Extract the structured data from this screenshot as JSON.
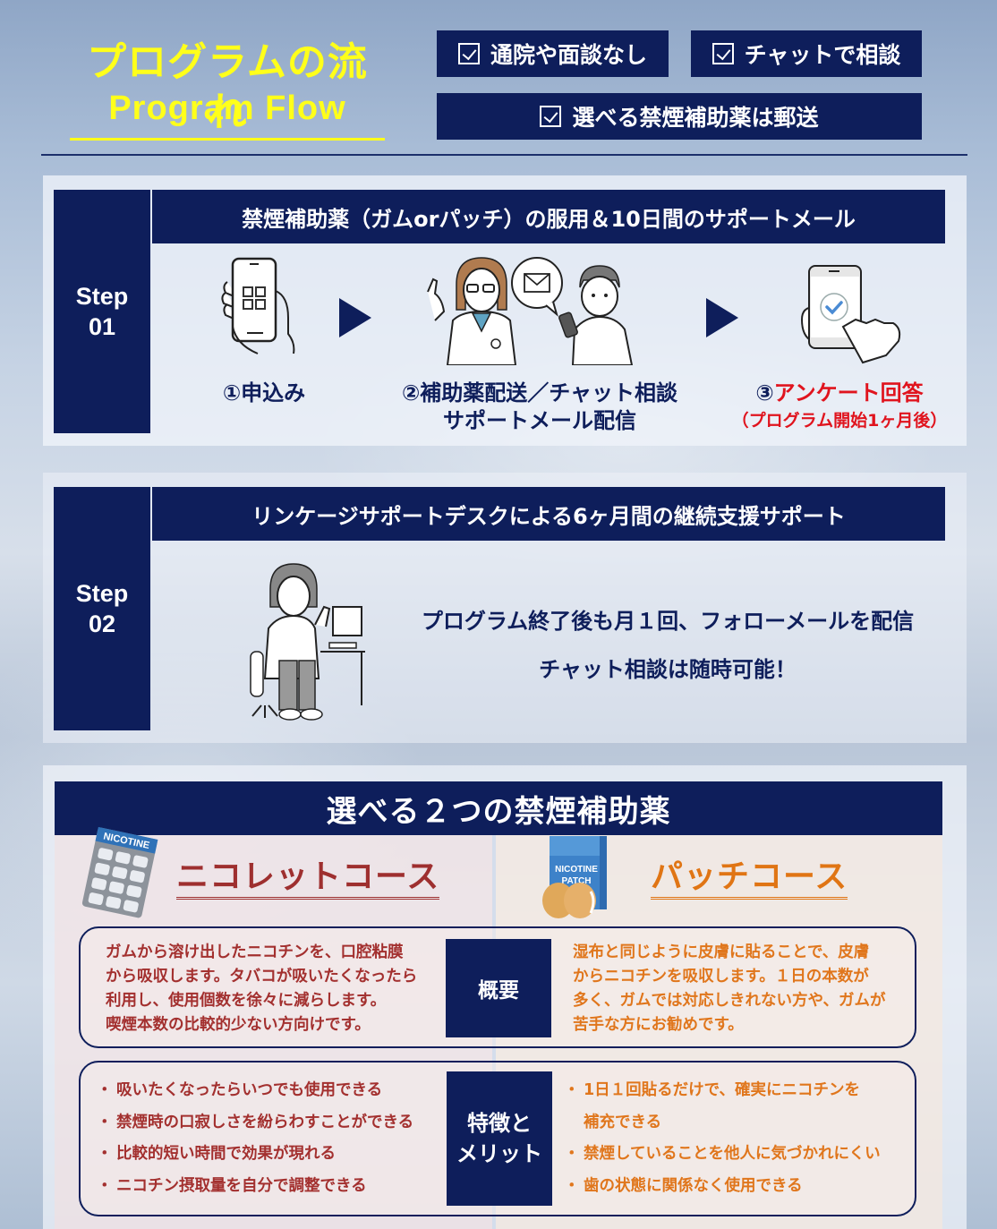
{
  "header": {
    "title_jp": "プログラムの流れ",
    "title_en": "Program Flow",
    "tags": [
      {
        "label": "通院や面談なし",
        "icon": "checkbox-checked-icon"
      },
      {
        "label": "チャットで相談",
        "icon": "checkbox-checked-icon"
      },
      {
        "label": "選べる禁煙補助薬は郵送",
        "icon": "checkbox-checked-icon"
      }
    ]
  },
  "step1": {
    "label_line1": "Step",
    "label_line2": "01",
    "heading": "禁煙補助薬（ガムorパッチ）の服用＆10日間のサポートメール",
    "flow": [
      {
        "num": "①",
        "label": "申込み",
        "icon": "smartphone-qr-icon"
      },
      {
        "num": "②",
        "label": "補助薬配送／チャット相談",
        "label2": "サポートメール配信",
        "icon": "doctor-chat-icon"
      },
      {
        "num": "③",
        "label": "アンケート回答",
        "note": "（プログラム開始1ヶ月後）",
        "icon": "smartphone-check-icon"
      }
    ]
  },
  "step2": {
    "label_line1": "Step",
    "label_line2": "02",
    "heading": "リンケージサポートデスクによる6ヶ月間の継続支援サポート",
    "text1": "プログラム終了後も月１回、フォローメールを配信",
    "text2": "チャット相談は随時可能！"
  },
  "medicine": {
    "heading": "選べる２つの禁煙補助薬",
    "courses": [
      {
        "title": "ニコレットコース",
        "icon_label": "NICOTINE",
        "color": "#a3302f",
        "overview": [
          "ガムから溶け出したニコチンを、口腔粘膜",
          "から吸収します。タバコが吸いたくなったら",
          "利用し、使用個数を徐々に減らします。",
          "喫煙本数の比較的少ない方向けです。"
        ],
        "merits": [
          "吸いたくなったらいつでも使用できる",
          "禁煙時の口寂しさを紛らわすことができる",
          "比較的短い時間で効果が現れる",
          "ニコチン摂取量を自分で調整できる"
        ]
      },
      {
        "title": "パッチコース",
        "icon_label1": "NICOTINE",
        "icon_label2": "PATCH",
        "color": "#e0761c",
        "overview": [
          "湿布と同じように皮膚に貼ることで、皮膚",
          "からニコチンを吸収します。１日の本数が",
          "多く、ガムでは対応しきれない方や、ガムが",
          "苦手な方にお勧めです。"
        ],
        "merits": [
          "1日１回貼るだけで、確実にニコチンを",
          "補充できる",
          "禁煙していることを他人に気づかれにくい",
          "歯の状態に関係なく使用できる"
        ]
      }
    ],
    "row_labels": {
      "overview": "概要",
      "merits_line1": "特徴と",
      "merits_line2": "メリット"
    },
    "bullet": "・"
  },
  "colors": {
    "navy": "#0e1e5b",
    "title_yellow": "#ffff1a",
    "accent_red": "#e0141e",
    "nicorette_red": "#a3302f",
    "patch_orange": "#e0761c"
  }
}
